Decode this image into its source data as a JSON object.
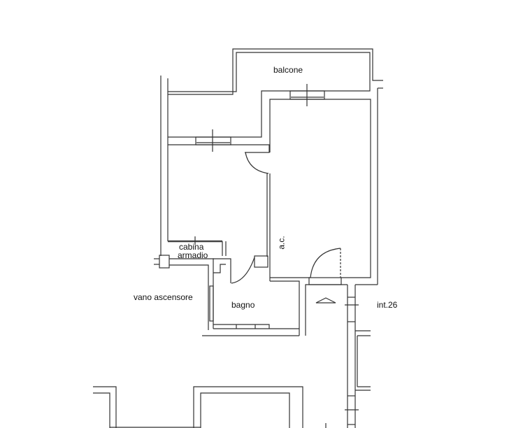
{
  "plan": {
    "rooms": {
      "balcone": "balcone",
      "cabina_line1": "cabina",
      "cabina_line2": "armadio",
      "ac": "a.c.",
      "vano_ascensore": "vano ascensore",
      "bagno": "bagno",
      "interno": "int.26"
    },
    "line_color": "#333333",
    "background": "#ffffff"
  }
}
